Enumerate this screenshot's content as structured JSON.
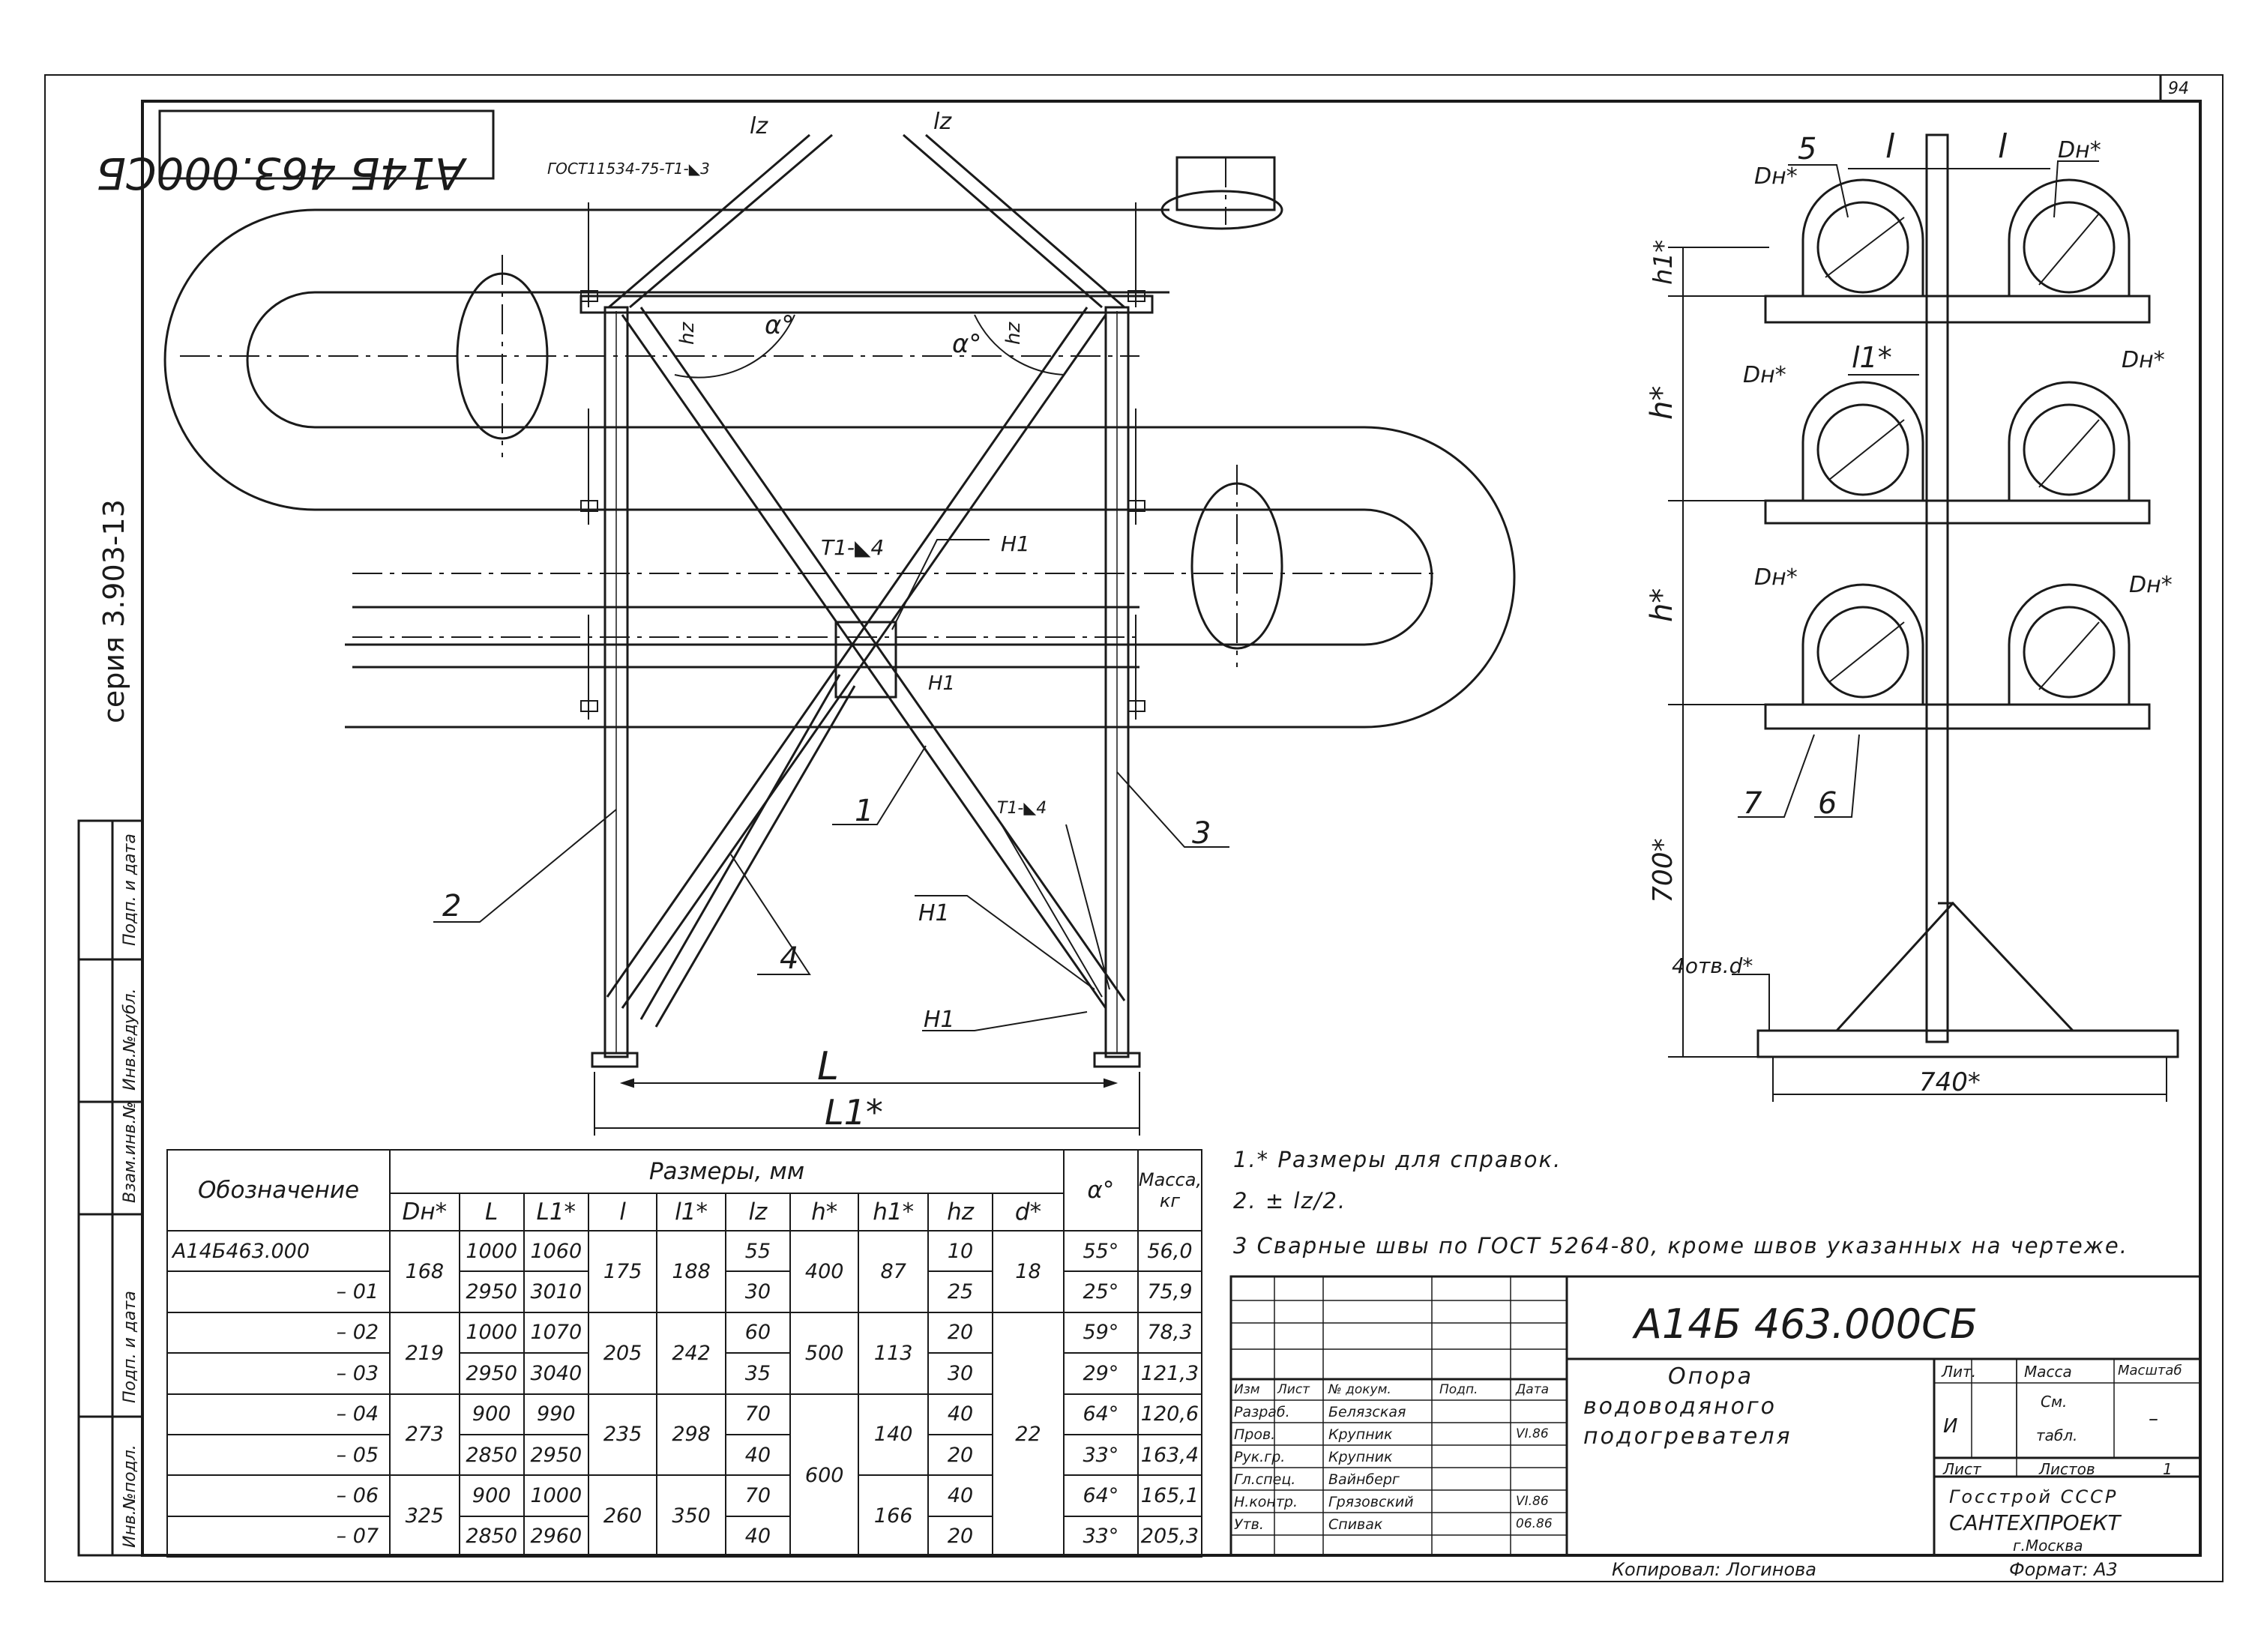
{
  "drawing": {
    "doc_number": "А14Б 463.000СБ",
    "doc_number_rotated": "А14Б 463.000СБ",
    "series": "серия 3.903-13",
    "sheet_corner": "94",
    "weld_note_top": "ГОСТ11534-75-Т1-◣3",
    "weld_t1": "Т1-◣4",
    "weld_t1b": "Т1-◣4",
    "h1_a": "Н1",
    "h1_b": "Н1",
    "h1_c": "Н1",
    "h1_d": "Н1",
    "lz_left": "lz",
    "lz_right": "lz",
    "hz_left": "hz",
    "hz_right": "hz",
    "alpha_left": "α°",
    "alpha_right": "α°",
    "dim_L": "L",
    "dim_L1": "L1*",
    "pos_1": "1",
    "pos_2": "2",
    "pos_3": "3",
    "pos_4": "4",
    "pos_5": "5",
    "pos_6": "6",
    "pos_7": "7",
    "side_l_left": "l",
    "side_l_right": "l",
    "side_l1": "l1*",
    "side_h1": "h1*",
    "side_h_a": "h*",
    "side_h_b": "h*",
    "side_700": "700*",
    "side_740": "740*",
    "side_holes": "4отв.d*",
    "dn_1": "Dн*",
    "dn_2": "Dн*",
    "dn_3": "Dн*",
    "dn_4": "Dн*",
    "dn_5": "Dн*",
    "dn_6": "Dн*"
  },
  "left_stamp": {
    "col1": "Инв.№подл.",
    "col2": "Подп. и дата",
    "col3": "Взам.инв.№",
    "col4": "Инв.№дубл.",
    "col5": "Подп. и дата"
  },
  "table": {
    "h_designation": "Обозначение",
    "h_sizes": "Размеры, мм",
    "h_alpha": "α°",
    "h_mass": "Масса, кг",
    "cols": [
      "Dн*",
      "L",
      "L1*",
      "l",
      "l1*",
      "lz",
      "h*",
      "h1*",
      "hz",
      "d*"
    ],
    "names": [
      "А14Б463.000",
      "– 01",
      "– 02",
      "– 03",
      "– 04",
      "– 05",
      "– 06",
      "– 07"
    ],
    "dn": [
      "168",
      "219",
      "273",
      "325"
    ],
    "L": [
      "1000",
      "2950",
      "1000",
      "2950",
      "900",
      "2850",
      "900",
      "2850"
    ],
    "L1": [
      "1060",
      "3010",
      "1070",
      "3040",
      "990",
      "2950",
      "1000",
      "2960"
    ],
    "l": [
      "175",
      "205",
      "235",
      "260"
    ],
    "l1": [
      "188",
      "242",
      "298",
      "350"
    ],
    "lz": [
      "55",
      "30",
      "60",
      "35",
      "70",
      "40",
      "70",
      "40"
    ],
    "h": [
      "400",
      "500",
      "600"
    ],
    "h1": [
      "87",
      "113",
      "140",
      "166"
    ],
    "hz": [
      "10",
      "25",
      "20",
      "30",
      "40",
      "20",
      "40",
      "20"
    ],
    "d": [
      "18",
      "22"
    ],
    "alpha": [
      "55°",
      "25°",
      "59°",
      "29°",
      "64°",
      "33°",
      "64°",
      "33°"
    ],
    "mass": [
      "56,0",
      "75,9",
      "78,3",
      "121,3",
      "120,6",
      "163,4",
      "165,1",
      "205,3"
    ]
  },
  "notes": {
    "n1": "1.* Размеры для справок.",
    "n2": "2. ± lz/2.",
    "n3": "3 Сварные швы по ГОСТ 5264-80, кроме швов указанных на чертеже."
  },
  "title_block": {
    "code": "А14Б 463.000СБ",
    "title_1": "Опора",
    "title_2": "водоводяного",
    "title_3": "подогревателя",
    "h_izm": "Изм",
    "h_list": "Лист",
    "h_doc": "№ докум.",
    "h_sign": "Подп.",
    "h_date": "Дата",
    "r1_role": "Разраб.",
    "r1_name": "Белязская",
    "r2_role": "Пров.",
    "r2_name": "Крупник",
    "r3_role": "Рук.гр.",
    "r3_name": "Крупник",
    "r4_role": "Гл.спец.",
    "r4_name": "Вайнберг",
    "r5_role": "Н.контр.",
    "r5_name": "Грязовский",
    "r6_role": "Утв.",
    "r6_name": "Спивак",
    "date1": "VI.86",
    "date2": "VI.86",
    "date3": "06.86",
    "lit_h": "Лит.",
    "lit_v": "И",
    "mass_h": "Масса",
    "mass_v1": "См.",
    "mass_v2": "табл.",
    "scale_h": "Масштаб",
    "scale_v": "–",
    "sheet_h": "Лист",
    "sheets_h": "Листов",
    "sheets_v": "1",
    "org_1": "Госстрой СССР",
    "org_2": "САНТЕХПРОЕКТ",
    "org_3": "г.Москва",
    "copied": "Копировал: Логинова",
    "format": "Формат: А3"
  }
}
